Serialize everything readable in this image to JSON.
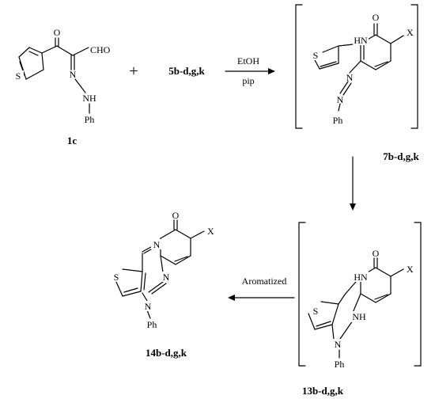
{
  "compounds": {
    "c1": {
      "label": "1c"
    },
    "r5": {
      "label": "5b-d,g,k"
    },
    "c7": {
      "label": "7b-d,g,k"
    },
    "c13": {
      "label": "13b-d,g,k"
    },
    "c14": {
      "label": "14b-d,g,k"
    }
  },
  "reaction1": {
    "solvent": "EtOH",
    "base": "pip"
  },
  "reaction3": {
    "label": "Aromatized"
  },
  "plus": "+",
  "atoms": {
    "O": "O",
    "CHO": "CHO",
    "N": "N",
    "NH": "NH",
    "HN": "HN",
    "S": "S",
    "Ph": "Ph",
    "X": "X"
  }
}
